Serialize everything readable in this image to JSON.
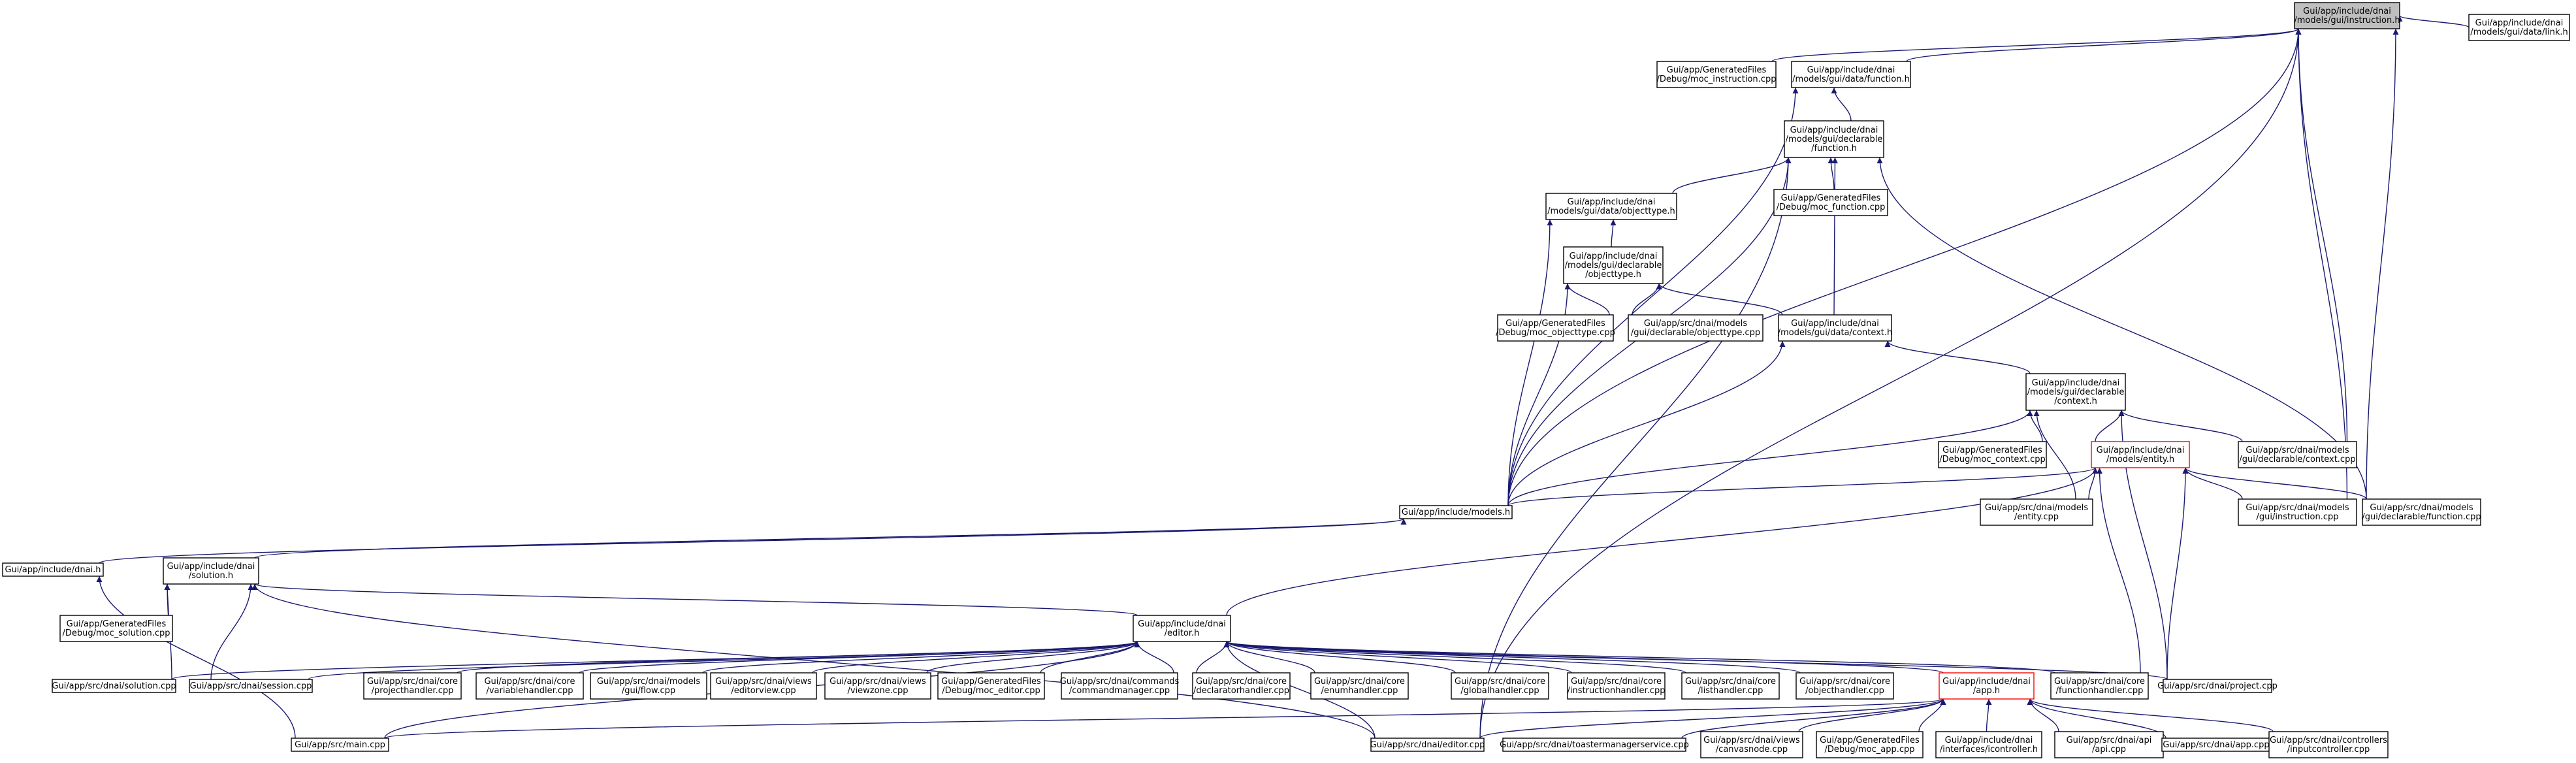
{
  "graph": {
    "edge_color": "#191970",
    "root_fill": "#bfbfbf",
    "highlight_color": "#ff0000",
    "nodes": [
      {
        "id": "instr_h",
        "lines": [
          "Gui/app/include/dnai",
          "/models/gui/instruction.h"
        ],
        "style": "root"
      },
      {
        "id": "moc_instr",
        "lines": [
          "Gui/app/GeneratedFiles",
          "/Debug/moc_instruction.cpp"
        ]
      },
      {
        "id": "func_h",
        "lines": [
          "Gui/app/include/dnai",
          "/models/gui/data/function.h"
        ]
      },
      {
        "id": "link_h",
        "lines": [
          "Gui/app/include/dnai",
          "/models/gui/data/link.h"
        ]
      },
      {
        "id": "decl_func_h",
        "lines": [
          "Gui/app/include/dnai",
          "/models/gui/declarable",
          "/function.h"
        ]
      },
      {
        "id": "objtype_h",
        "lines": [
          "Gui/app/include/dnai",
          "/models/gui/data/objecttype.h"
        ]
      },
      {
        "id": "moc_func",
        "lines": [
          "Gui/app/GeneratedFiles",
          "/Debug/moc_function.cpp"
        ]
      },
      {
        "id": "decl_objtype_h",
        "lines": [
          "Gui/app/include/dnai",
          "/models/gui/declarable",
          "/objecttype.h"
        ]
      },
      {
        "id": "moc_objtype",
        "lines": [
          "Gui/app/GeneratedFiles",
          "/Debug/moc_objecttype.cpp"
        ]
      },
      {
        "id": "decl_objtype_cpp",
        "lines": [
          "Gui/app/src/dnai/models",
          "/gui/declarable/objecttype.cpp"
        ]
      },
      {
        "id": "data_ctx_h",
        "lines": [
          "Gui/app/include/dnai",
          "/models/gui/data/context.h"
        ]
      },
      {
        "id": "decl_ctx_h",
        "lines": [
          "Gui/app/include/dnai",
          "/models/gui/declarable",
          "/context.h"
        ]
      },
      {
        "id": "moc_ctx",
        "lines": [
          "Gui/app/GeneratedFiles",
          "/Debug/moc_context.cpp"
        ]
      },
      {
        "id": "entity_h",
        "lines": [
          "Gui/app/include/dnai",
          "/models/entity.h"
        ],
        "style": "red"
      },
      {
        "id": "decl_ctx_cpp",
        "lines": [
          "Gui/app/src/dnai/models",
          "/gui/declarable/context.cpp"
        ]
      },
      {
        "id": "models_h",
        "lines": [
          "Gui/app/include/models.h"
        ]
      },
      {
        "id": "entity_cpp",
        "lines": [
          "Gui/app/src/dnai/models",
          "/entity.cpp"
        ]
      },
      {
        "id": "instr_cpp",
        "lines": [
          "Gui/app/src/dnai/models",
          "/gui/instruction.cpp"
        ]
      },
      {
        "id": "decl_func_cpp",
        "lines": [
          "Gui/app/src/dnai/models",
          "/gui/declarable/function.cpp"
        ]
      },
      {
        "id": "dnai_h",
        "lines": [
          "Gui/app/include/dnai.h"
        ]
      },
      {
        "id": "solution_h",
        "lines": [
          "Gui/app/include/dnai",
          "/solution.h"
        ]
      },
      {
        "id": "moc_solution",
        "lines": [
          "Gui/app/GeneratedFiles",
          "/Debug/moc_solution.cpp"
        ]
      },
      {
        "id": "editor_h",
        "lines": [
          "Gui/app/include/dnai",
          "/editor.h"
        ]
      },
      {
        "id": "solution_cpp",
        "lines": [
          "Gui/app/src/dnai/solution.cpp"
        ]
      },
      {
        "id": "session_cpp",
        "lines": [
          "Gui/app/src/dnai/session.cpp"
        ]
      },
      {
        "id": "projecthandler",
        "lines": [
          "Gui/app/src/dnai/core",
          "/projecthandler.cpp"
        ]
      },
      {
        "id": "variablehandler",
        "lines": [
          "Gui/app/src/dnai/core",
          "/variablehandler.cpp"
        ]
      },
      {
        "id": "guiflow",
        "lines": [
          "Gui/app/src/dnai/models",
          "/gui/flow.cpp"
        ]
      },
      {
        "id": "editorview",
        "lines": [
          "Gui/app/src/dnai/views",
          "/editorview.cpp"
        ]
      },
      {
        "id": "viewzone",
        "lines": [
          "Gui/app/src/dnai/views",
          "/viewzone.cpp"
        ]
      },
      {
        "id": "moc_editor",
        "lines": [
          "Gui/app/GeneratedFiles",
          "/Debug/moc_editor.cpp"
        ]
      },
      {
        "id": "commandmanager",
        "lines": [
          "Gui/app/src/dnai/commands",
          "/commandmanager.cpp"
        ]
      },
      {
        "id": "declaratorhandler",
        "lines": [
          "Gui/app/src/dnai/core",
          "/declaratorhandler.cpp"
        ]
      },
      {
        "id": "enumhandler",
        "lines": [
          "Gui/app/src/dnai/core",
          "/enumhandler.cpp"
        ]
      },
      {
        "id": "globalhandler",
        "lines": [
          "Gui/app/src/dnai/core",
          "/globalhandler.cpp"
        ]
      },
      {
        "id": "instructionhandler",
        "lines": [
          "Gui/app/src/dnai/core",
          "/instructionhandler.cpp"
        ]
      },
      {
        "id": "listhandler",
        "lines": [
          "Gui/app/src/dnai/core",
          "/listhandler.cpp"
        ]
      },
      {
        "id": "objecthandler",
        "lines": [
          "Gui/app/src/dnai/core",
          "/objecthandler.cpp"
        ]
      },
      {
        "id": "app_h",
        "lines": [
          "Gui/app/include/dnai",
          "/app.h"
        ],
        "style": "red"
      },
      {
        "id": "functionhandler",
        "lines": [
          "Gui/app/src/dnai/core",
          "/functionhandler.cpp"
        ]
      },
      {
        "id": "project_cpp",
        "lines": [
          "Gui/app/src/dnai/project.cpp"
        ]
      },
      {
        "id": "main_cpp",
        "lines": [
          "Gui/app/src/main.cpp"
        ]
      },
      {
        "id": "editor_cpp",
        "lines": [
          "Gui/app/src/dnai/editor.cpp"
        ]
      },
      {
        "id": "toaster",
        "lines": [
          "Gui/app/src/dnai/toastermanagerservice.cpp"
        ]
      },
      {
        "id": "canvasnode",
        "lines": [
          "Gui/app/src/dnai/views",
          "/canvasnode.cpp"
        ]
      },
      {
        "id": "moc_app",
        "lines": [
          "Gui/app/GeneratedFiles",
          "/Debug/moc_app.cpp"
        ]
      },
      {
        "id": "icontroller",
        "lines": [
          "Gui/app/include/dnai",
          "/interfaces/icontroller.h"
        ]
      },
      {
        "id": "api_cpp",
        "lines": [
          "Gui/app/src/dnai/api",
          "/api.cpp"
        ]
      },
      {
        "id": "app_cpp",
        "lines": [
          "Gui/app/src/dnai/app.cpp"
        ]
      },
      {
        "id": "inputcontroller",
        "lines": [
          "Gui/app/src/dnai/controllers",
          "/inputcontroller.cpp"
        ]
      }
    ],
    "edges": [
      [
        "moc_instr",
        "instr_h"
      ],
      [
        "func_h",
        "instr_h"
      ],
      [
        "link_h",
        "instr_h"
      ],
      [
        "models_h",
        "instr_h"
      ],
      [
        "instr_cpp",
        "instr_h"
      ],
      [
        "decl_func_cpp",
        "instr_h"
      ],
      [
        "editor_cpp",
        "instr_h"
      ],
      [
        "decl_ctx_cpp",
        "instr_h"
      ],
      [
        "decl_func_h",
        "func_h"
      ],
      [
        "models_h",
        "func_h"
      ],
      [
        "objtype_h",
        "decl_func_h"
      ],
      [
        "moc_func",
        "decl_func_h"
      ],
      [
        "data_ctx_h",
        "decl_func_h"
      ],
      [
        "models_h",
        "decl_func_h"
      ],
      [
        "decl_func_cpp",
        "decl_func_h"
      ],
      [
        "editor_cpp",
        "decl_func_h"
      ],
      [
        "decl_objtype_h",
        "objtype_h"
      ],
      [
        "models_h",
        "objtype_h"
      ],
      [
        "moc_objtype",
        "decl_objtype_h"
      ],
      [
        "decl_objtype_cpp",
        "decl_objtype_h"
      ],
      [
        "data_ctx_h",
        "decl_objtype_h"
      ],
      [
        "models_h",
        "decl_objtype_h"
      ],
      [
        "decl_ctx_h",
        "data_ctx_h"
      ],
      [
        "models_h",
        "data_ctx_h"
      ],
      [
        "moc_ctx",
        "decl_ctx_h"
      ],
      [
        "entity_h",
        "decl_ctx_h"
      ],
      [
        "decl_ctx_cpp",
        "decl_ctx_h"
      ],
      [
        "models_h",
        "decl_ctx_h"
      ],
      [
        "entity_cpp",
        "decl_ctx_h"
      ],
      [
        "project_cpp",
        "decl_ctx_h"
      ],
      [
        "models_h",
        "entity_h"
      ],
      [
        "entity_cpp",
        "entity_h"
      ],
      [
        "instr_cpp",
        "entity_h"
      ],
      [
        "decl_func_cpp",
        "entity_h"
      ],
      [
        "editor_h",
        "entity_h"
      ],
      [
        "functionhandler",
        "entity_h"
      ],
      [
        "project_cpp",
        "entity_h"
      ],
      [
        "dnai_h",
        "models_h"
      ],
      [
        "solution_h",
        "models_h"
      ],
      [
        "main_cpp",
        "dnai_h"
      ],
      [
        "moc_solution",
        "solution_h"
      ],
      [
        "solution_cpp",
        "solution_h"
      ],
      [
        "session_cpp",
        "solution_h"
      ],
      [
        "editor_h",
        "solution_h"
      ],
      [
        "editor_cpp",
        "solution_h"
      ],
      [
        "solution_cpp",
        "editor_h"
      ],
      [
        "session_cpp",
        "editor_h"
      ],
      [
        "projecthandler",
        "editor_h"
      ],
      [
        "variablehandler",
        "editor_h"
      ],
      [
        "guiflow",
        "editor_h"
      ],
      [
        "editorview",
        "editor_h"
      ],
      [
        "viewzone",
        "editor_h"
      ],
      [
        "moc_editor",
        "editor_h"
      ],
      [
        "commandmanager",
        "editor_h"
      ],
      [
        "declaratorhandler",
        "editor_h"
      ],
      [
        "enumhandler",
        "editor_h"
      ],
      [
        "globalhandler",
        "editor_h"
      ],
      [
        "instructionhandler",
        "editor_h"
      ],
      [
        "listhandler",
        "editor_h"
      ],
      [
        "objecthandler",
        "editor_h"
      ],
      [
        "app_h",
        "editor_h"
      ],
      [
        "functionhandler",
        "editor_h"
      ],
      [
        "project_cpp",
        "editor_h"
      ],
      [
        "main_cpp",
        "editor_h"
      ],
      [
        "editor_cpp",
        "editor_h"
      ],
      [
        "main_cpp",
        "app_h"
      ],
      [
        "editor_cpp",
        "app_h"
      ],
      [
        "toaster",
        "app_h"
      ],
      [
        "canvasnode",
        "app_h"
      ],
      [
        "moc_app",
        "app_h"
      ],
      [
        "icontroller",
        "app_h"
      ],
      [
        "api_cpp",
        "app_h"
      ],
      [
        "app_cpp",
        "app_h"
      ],
      [
        "inputcontroller",
        "app_h"
      ]
    ]
  }
}
